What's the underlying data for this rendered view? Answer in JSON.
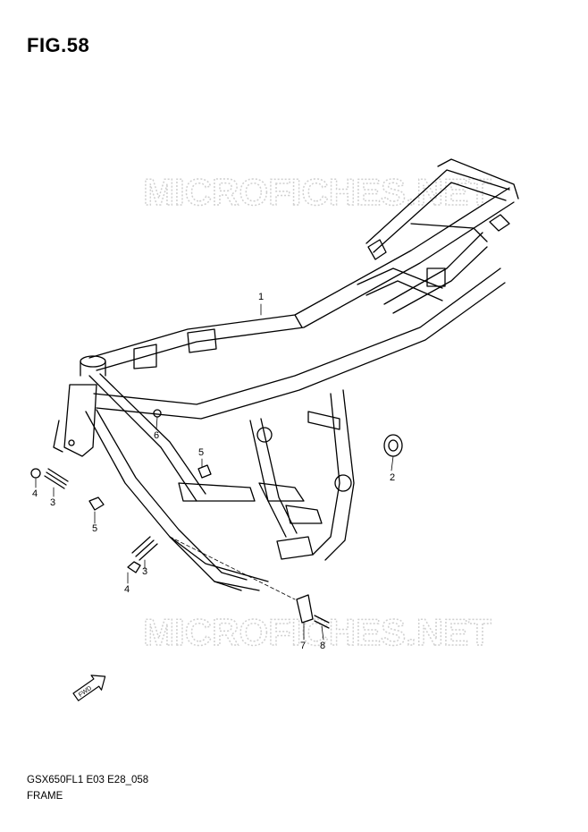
{
  "figure": {
    "title": "FIG.58"
  },
  "watermark": {
    "text": "MICROFICHES.NET",
    "color": "#d6d6d6"
  },
  "callouts": [
    {
      "number": "1"
    },
    {
      "number": "2"
    },
    {
      "number": "3"
    },
    {
      "number": "3"
    },
    {
      "number": "4"
    },
    {
      "number": "4"
    },
    {
      "number": "5"
    },
    {
      "number": "5"
    },
    {
      "number": "6"
    },
    {
      "number": "7"
    },
    {
      "number": "8"
    }
  ],
  "direction_arrow": {
    "label": "FWD",
    "icon": "fwd-arrow-icon"
  },
  "footer": {
    "model_code": "GSX650FL1 E03 E28_058",
    "section_name": "FRAME"
  }
}
